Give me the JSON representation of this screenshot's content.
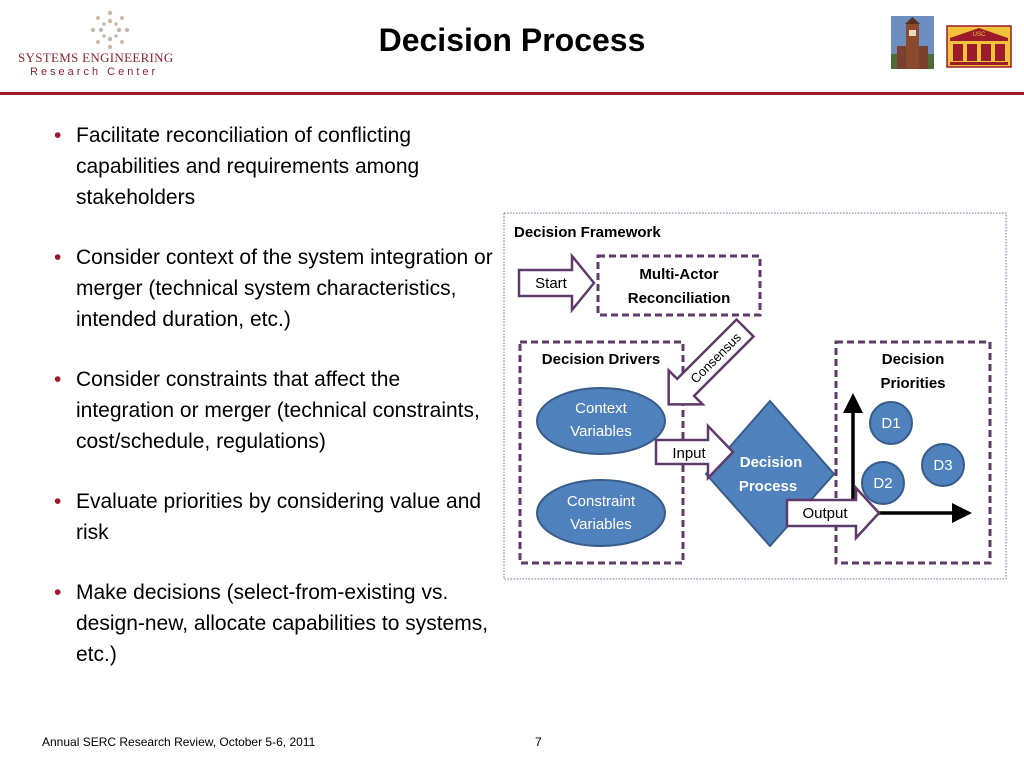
{
  "header": {
    "logo_line1": "SYSTEMS ENGINEERING",
    "logo_line2": "Research Center",
    "title": "Decision Process",
    "usc_label": "USC",
    "colors": {
      "accent": "#9b1b2b",
      "bullet": "#9b1b2b"
    }
  },
  "bullets": [
    "Facilitate reconciliation of conflicting capabilities and requirements among stakeholders",
    "Consider context of the system integration or merger (technical system characteristics, intended duration, etc.)",
    "Consider constraints that affect the integration or merger (technical constraints, cost/schedule, regulations)",
    "Evaluate priorities by considering value and risk",
    "Make decisions (select-from-existing vs. design-new, allocate capabilities to systems, etc.)"
  ],
  "diagram": {
    "framework_label": "Decision Framework",
    "start_label": "Start",
    "multi_actor_line1": "Multi-Actor",
    "multi_actor_line2": "Reconciliation",
    "consensus_label": "Consensus",
    "drivers_label": "Decision Drivers",
    "context_line1": "Context",
    "context_line2": "Variables",
    "constraint_line1": "Constraint",
    "constraint_line2": "Variables",
    "input_label": "Input",
    "process_line1": "Decision",
    "process_line2": "Process",
    "output_label": "Output",
    "priorities_line1": "Decision",
    "priorities_line2": "Priorities",
    "d1": "D1",
    "d2": "D2",
    "d3": "D3",
    "colors": {
      "shape_fill": "#4f81bd",
      "shape_stroke": "#385d8a",
      "dashed_border": "#5f3a6b",
      "outer_border": "#8064a2"
    }
  },
  "footer": {
    "left": "Annual SERC Research Review, October 5-6, 2011",
    "page": "7"
  }
}
